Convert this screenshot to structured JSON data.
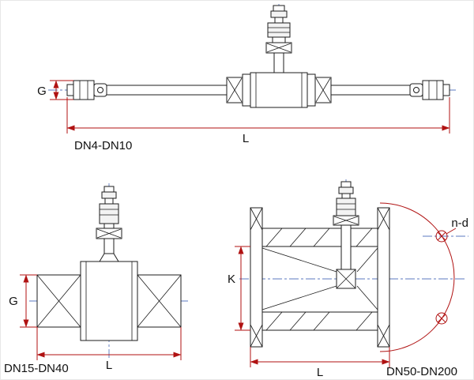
{
  "colors": {
    "dimension": "#b01212",
    "line": "#1c1c1c",
    "centerline": "#5b79c0",
    "background": "#ffffff"
  },
  "drawings": {
    "small": {
      "variant": "DN4-DN10",
      "dims": {
        "g": "G",
        "l": "L"
      }
    },
    "medium": {
      "variant": "DN15-DN40",
      "dims": {
        "g": "G",
        "l": "L"
      }
    },
    "large": {
      "variant": "DN50-DN200",
      "dims": {
        "k": "K",
        "l": "L",
        "bolt_label": "n-d"
      }
    }
  }
}
